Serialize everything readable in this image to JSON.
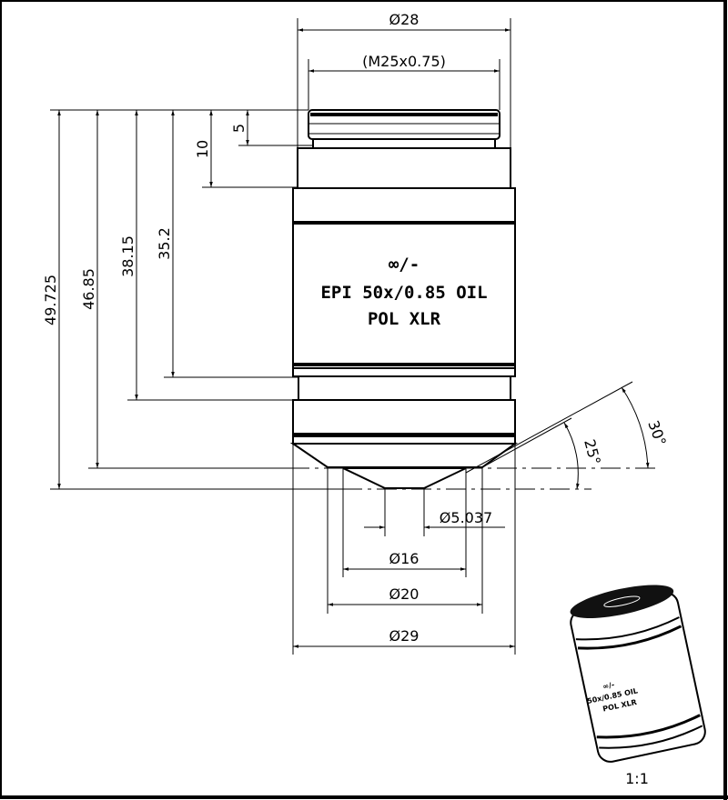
{
  "drawing": {
    "engraving": [
      "∞/-",
      "EPI 50x/0.85 OIL",
      "POL XLR"
    ],
    "scale_label": "1:1",
    "dimensions": {
      "outer_diameter": "Ø28",
      "thread": "(M25x0.75)",
      "d29": "Ø29",
      "d20": "Ø20",
      "d16": "Ø16",
      "d5": "Ø5.037",
      "h5": "5",
      "h10": "10",
      "h35": "35.2",
      "h38": "38.15",
      "h46": "46.85",
      "h49": "49.725",
      "angle30": "30°",
      "angle25": "25°"
    }
  }
}
